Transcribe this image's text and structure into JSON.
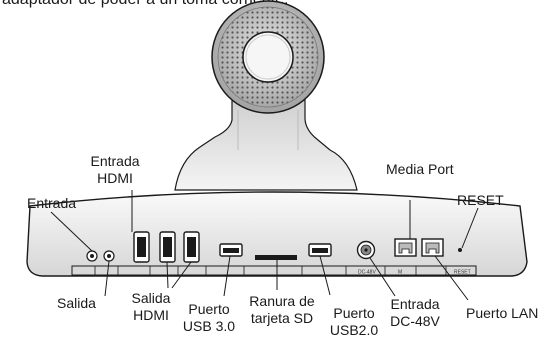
{
  "caption": "adaptador de poder a un toma corriente.",
  "labels": {
    "entrada_hdmi": [
      "Entrada",
      "HDMI"
    ],
    "entrada": "Entrada",
    "salida": "Salida",
    "salida_hdmi": [
      "Salida",
      "HDMI"
    ],
    "puerto_usb3": [
      "Puerto",
      "USB 3.0"
    ],
    "ranura_sd": [
      "Ranura de",
      "tarjeta SD"
    ],
    "puerto_usb2": [
      "Puerto",
      "USB2.0"
    ],
    "entrada_dc": [
      "Entrada",
      "DC-48V"
    ],
    "puerto_lan": "Puerto LAN",
    "media_port": "Media Port",
    "reset": "RESET"
  },
  "panel_marks": {
    "dc": "DC-48V",
    "m": "M",
    "reset": "RESET"
  },
  "colors": {
    "line": "#1a1a1a",
    "body_light": "#f2f2f2",
    "body_mid": "#cfcfcf",
    "panel": "#d9d9d9"
  }
}
